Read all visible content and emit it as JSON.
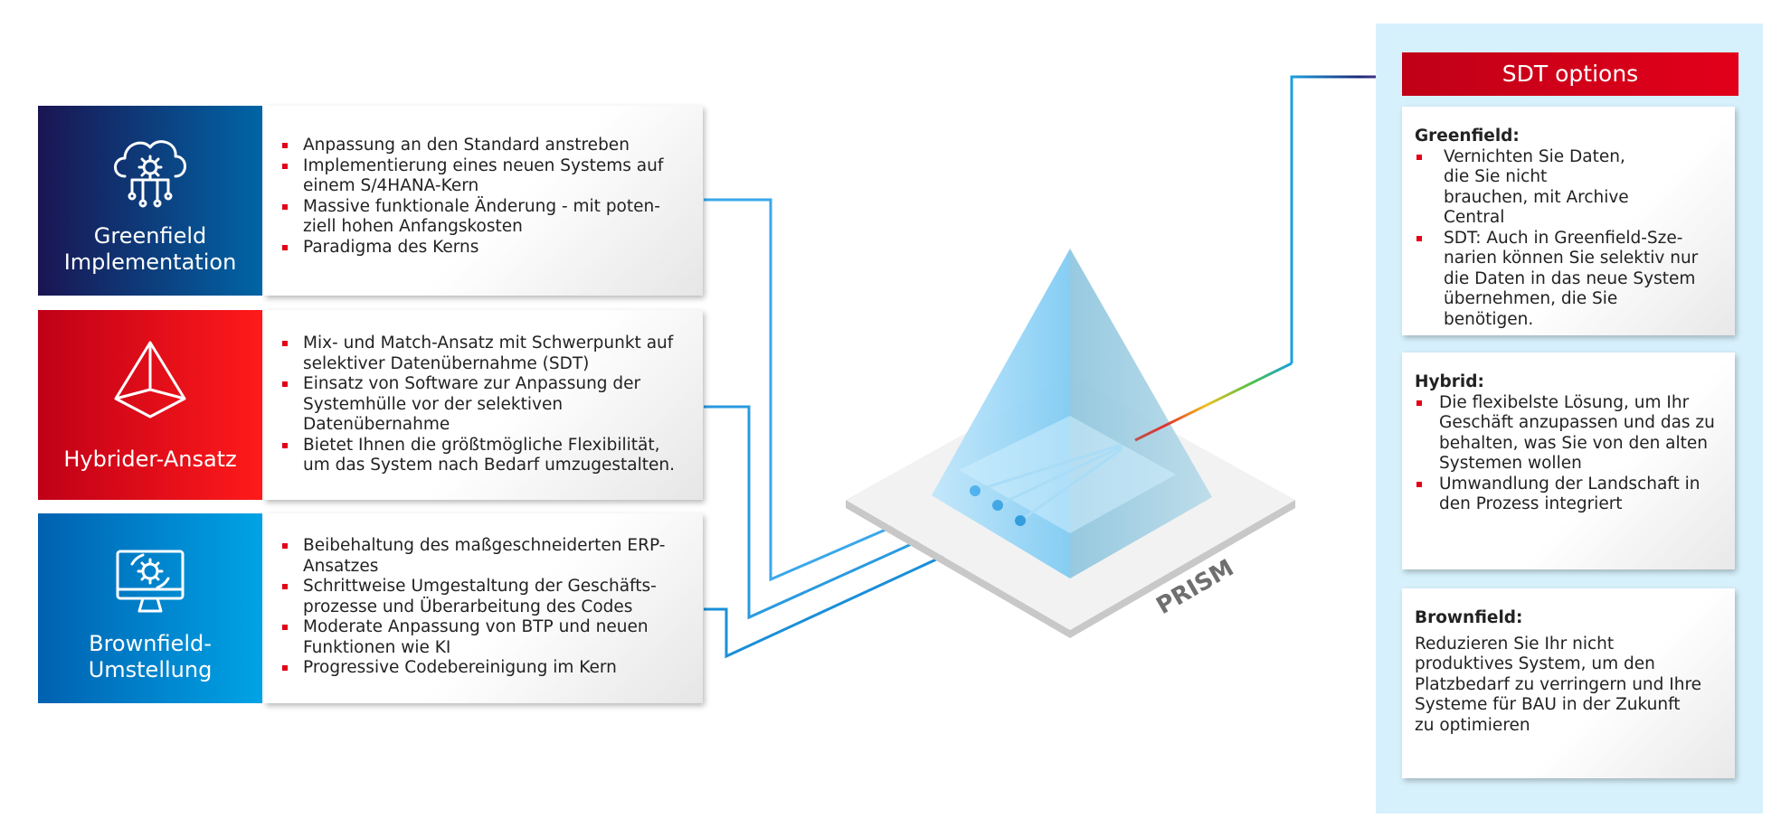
{
  "approaches": [
    {
      "title_line1": "Greenfield",
      "title_line2": "Implementation",
      "icon": "cloud-gear-icon",
      "color_start": "#1a1552",
      "color_end": "#0065a6",
      "bullets": [
        "Anpassung an den Standard anstreben",
        "Implementierung eines neuen Systems auf einem S/4HANA-Kern",
        "Massive funktionale Änderung - mit poten­ziell hohen Anfangskosten",
        "Paradigma des Kerns"
      ]
    },
    {
      "title_line1": "Hybrider-Ansatz",
      "title_line2": "",
      "icon": "prism-icon",
      "color_start": "#c00018",
      "color_end": "#ff1a1a",
      "bullets": [
        "Mix- und Match-Ansatz mit Schwerpunkt auf selektiver Datenübernahme (SDT)",
        "Einsatz von Software zur Anpassung der Systemhülle vor der selektiven Datenübernahme",
        "Bietet Ihnen die größtmögliche Flexibilität, um das System nach Bedarf umzugestalten."
      ]
    },
    {
      "title_line1": "Brownfield-",
      "title_line2": "Umstellung",
      "icon": "monitor-gear-icon",
      "color_start": "#0061b0",
      "color_end": "#00a3e6",
      "bullets": [
        "Beibehaltung des maßgeschneiderten ERP-Ansatzes",
        "Schrittweise Umgestaltung der Geschäfts­prozesse und Überarbeitung des Codes",
        "Moderate Anpassung von BTP und neuen Funktionen wie KI",
        "Progressive Codebereinigung im Kern"
      ]
    }
  ],
  "prism": {
    "label": "PRISM",
    "line_color": "#1a8fd8",
    "spectrum_colors": [
      "#7a3ea0",
      "#e2302a",
      "#f0c020",
      "#4cc04c",
      "#1aa0e0"
    ]
  },
  "sdt": {
    "header": "SDT options",
    "header_color": "#e2001a",
    "background": "#d7f1fc",
    "options": [
      {
        "title": "Greenfield:",
        "bullets": [
          "Vernichten Sie Daten, die Sie nicht brauchen, mit Archive Central",
          "SDT: Auch in Greenfield-Sze­narien können Sie selektiv nur die Daten in das neue System übernehmen, die Sie benötigen."
        ],
        "text": ""
      },
      {
        "title": "Hybrid:",
        "bullets": [
          "Die flexibelste Lösung, um Ihr Geschäft anzupassen und das zu behalten, was Sie von den alten Systemen wollen",
          "Umwandlung der Landschaft in den Prozess integriert"
        ],
        "text": ""
      },
      {
        "title": "Brownfield:",
        "bullets": [],
        "text": "Reduzieren Sie Ihr nicht produktives System, um den Platzbedarf zu verringern und Ihre Systeme für BAU in der Zukunft zu optimieren"
      }
    ]
  }
}
